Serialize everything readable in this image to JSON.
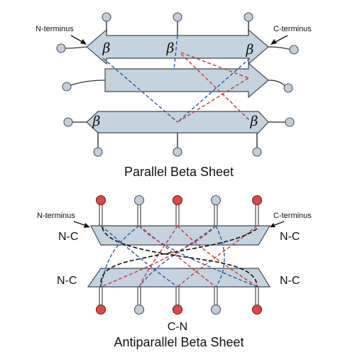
{
  "parallel": {
    "caption": "Parallel Beta Sheet",
    "n_terminus": "N-terminus",
    "c_terminus": "C-terminus",
    "beta_symbol": "β"
  },
  "antiparallel": {
    "caption": "Antiparallel Beta Sheet",
    "n_terminus": "N-terminus",
    "c_terminus": "C-terminus",
    "nc_top_left": "N-C",
    "nc_top_right": "N-C",
    "nc_bottom_left": "N-C",
    "nc_bottom_right": "N-C",
    "cn_bottom": "C-N"
  },
  "colors": {
    "strand": "#c4d3de",
    "hbond_blue": "#2a5b9e",
    "hbond_red": "#c83a3a",
    "atom_red": "#d84a4a",
    "atom_grey": "#c5ced8"
  }
}
